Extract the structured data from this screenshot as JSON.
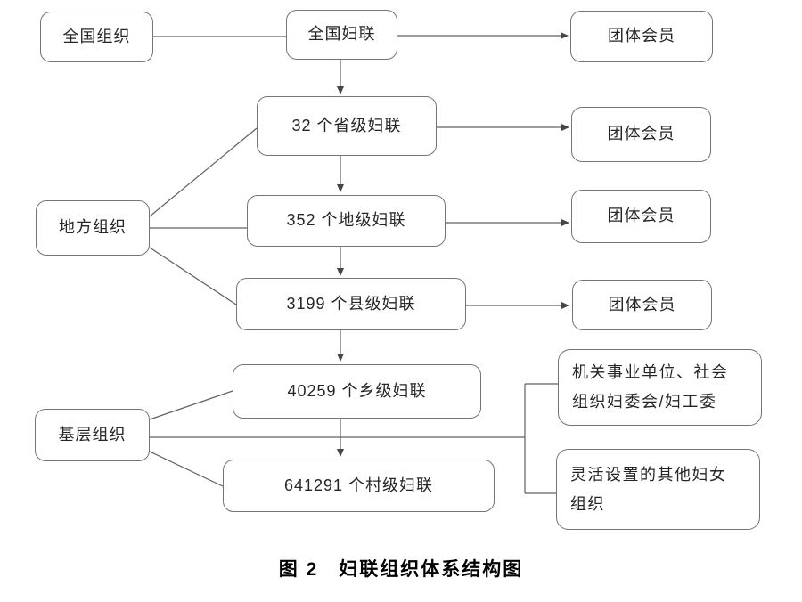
{
  "figure": {
    "caption": "图 2　妇联组织体系结构图"
  },
  "colors": {
    "connector_line": "#606060",
    "box_border": "#757575",
    "box_text": "#262626",
    "caption_text": "#000000",
    "background": "#ffffff"
  },
  "nodes": {
    "national_org": "全国组织",
    "national_federation": "全国妇联",
    "member_top": "团体会员",
    "provincial": "32 个省级妇联",
    "member_provincial": "团体会员",
    "local_org": "地方组织",
    "prefecture": "352 个地级妇联",
    "member_prefecture": "团体会员",
    "county": "3199 个县级妇联",
    "member_county": "团体会员",
    "township": "40259 个乡级妇联",
    "grassroots_org": "基层组织",
    "village": "641291 个村级妇联",
    "side_unit": {
      "lines": [
        "机关事业单位、社会",
        "组织妇委会/妇工委"
      ]
    },
    "side_flexible": {
      "lines": [
        "灵活设置的其他妇女",
        "组织"
      ]
    }
  }
}
